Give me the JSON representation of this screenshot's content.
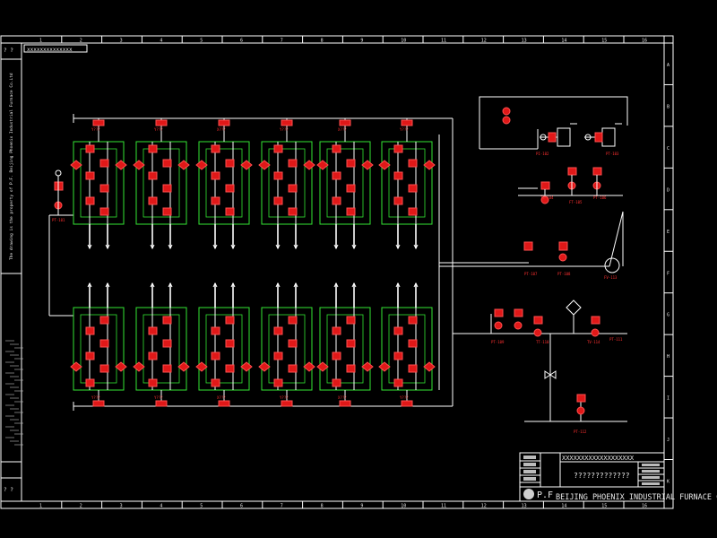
{
  "drawing": {
    "top_ruler": [
      "1",
      "2",
      "3",
      "4",
      "5",
      "6",
      "7",
      "8",
      "9",
      "10",
      "11",
      "12",
      "13",
      "14",
      "15",
      "16"
    ],
    "bottom_ruler": [
      "1",
      "2",
      "3",
      "4",
      "5",
      "6",
      "7",
      "8",
      "9",
      "10",
      "11",
      "12",
      "13",
      "14",
      "15",
      "16"
    ],
    "right_ruler": [
      "A",
      "B",
      "C",
      "D",
      "E",
      "F",
      "G",
      "H",
      "I",
      "J",
      "K"
    ],
    "corner_tl": "? ?",
    "corner_bl": "? ?",
    "top_strip_text": "xxxxxxxxxxxxxx",
    "left_notes": "The drawing is the property of P.F. Beijing Phoenix Industrial Furnace Co.Ltd",
    "title_block": {
      "drawing_name": "?????????????",
      "header_code": "XXXXXXXXXXXXXXXXXXX",
      "logo": "P.F",
      "company": "BEIJING PHOENIX INDUSTRIAL FURNACE CO.LTD"
    }
  },
  "upper_row_tags": [
    "Y???",
    "Y???",
    "X???",
    "Y???",
    "X???",
    "Y???"
  ],
  "lower_row_tags": [
    "Y???",
    "Y???",
    "X???",
    "Y???",
    "X???",
    "Y???"
  ],
  "instrument_tags": {
    "left": "PT-101",
    "right_top": [
      "PI-102",
      "PT-103"
    ],
    "right_mid": [
      "TE-104",
      "FT-105",
      "PT-106"
    ],
    "right_lower": [
      "PT-107",
      "PT-108",
      "PT-109",
      "TT-110",
      "PT-111"
    ],
    "bottom": "PT-112",
    "valves": [
      "FV-113",
      "TV-114"
    ]
  }
}
